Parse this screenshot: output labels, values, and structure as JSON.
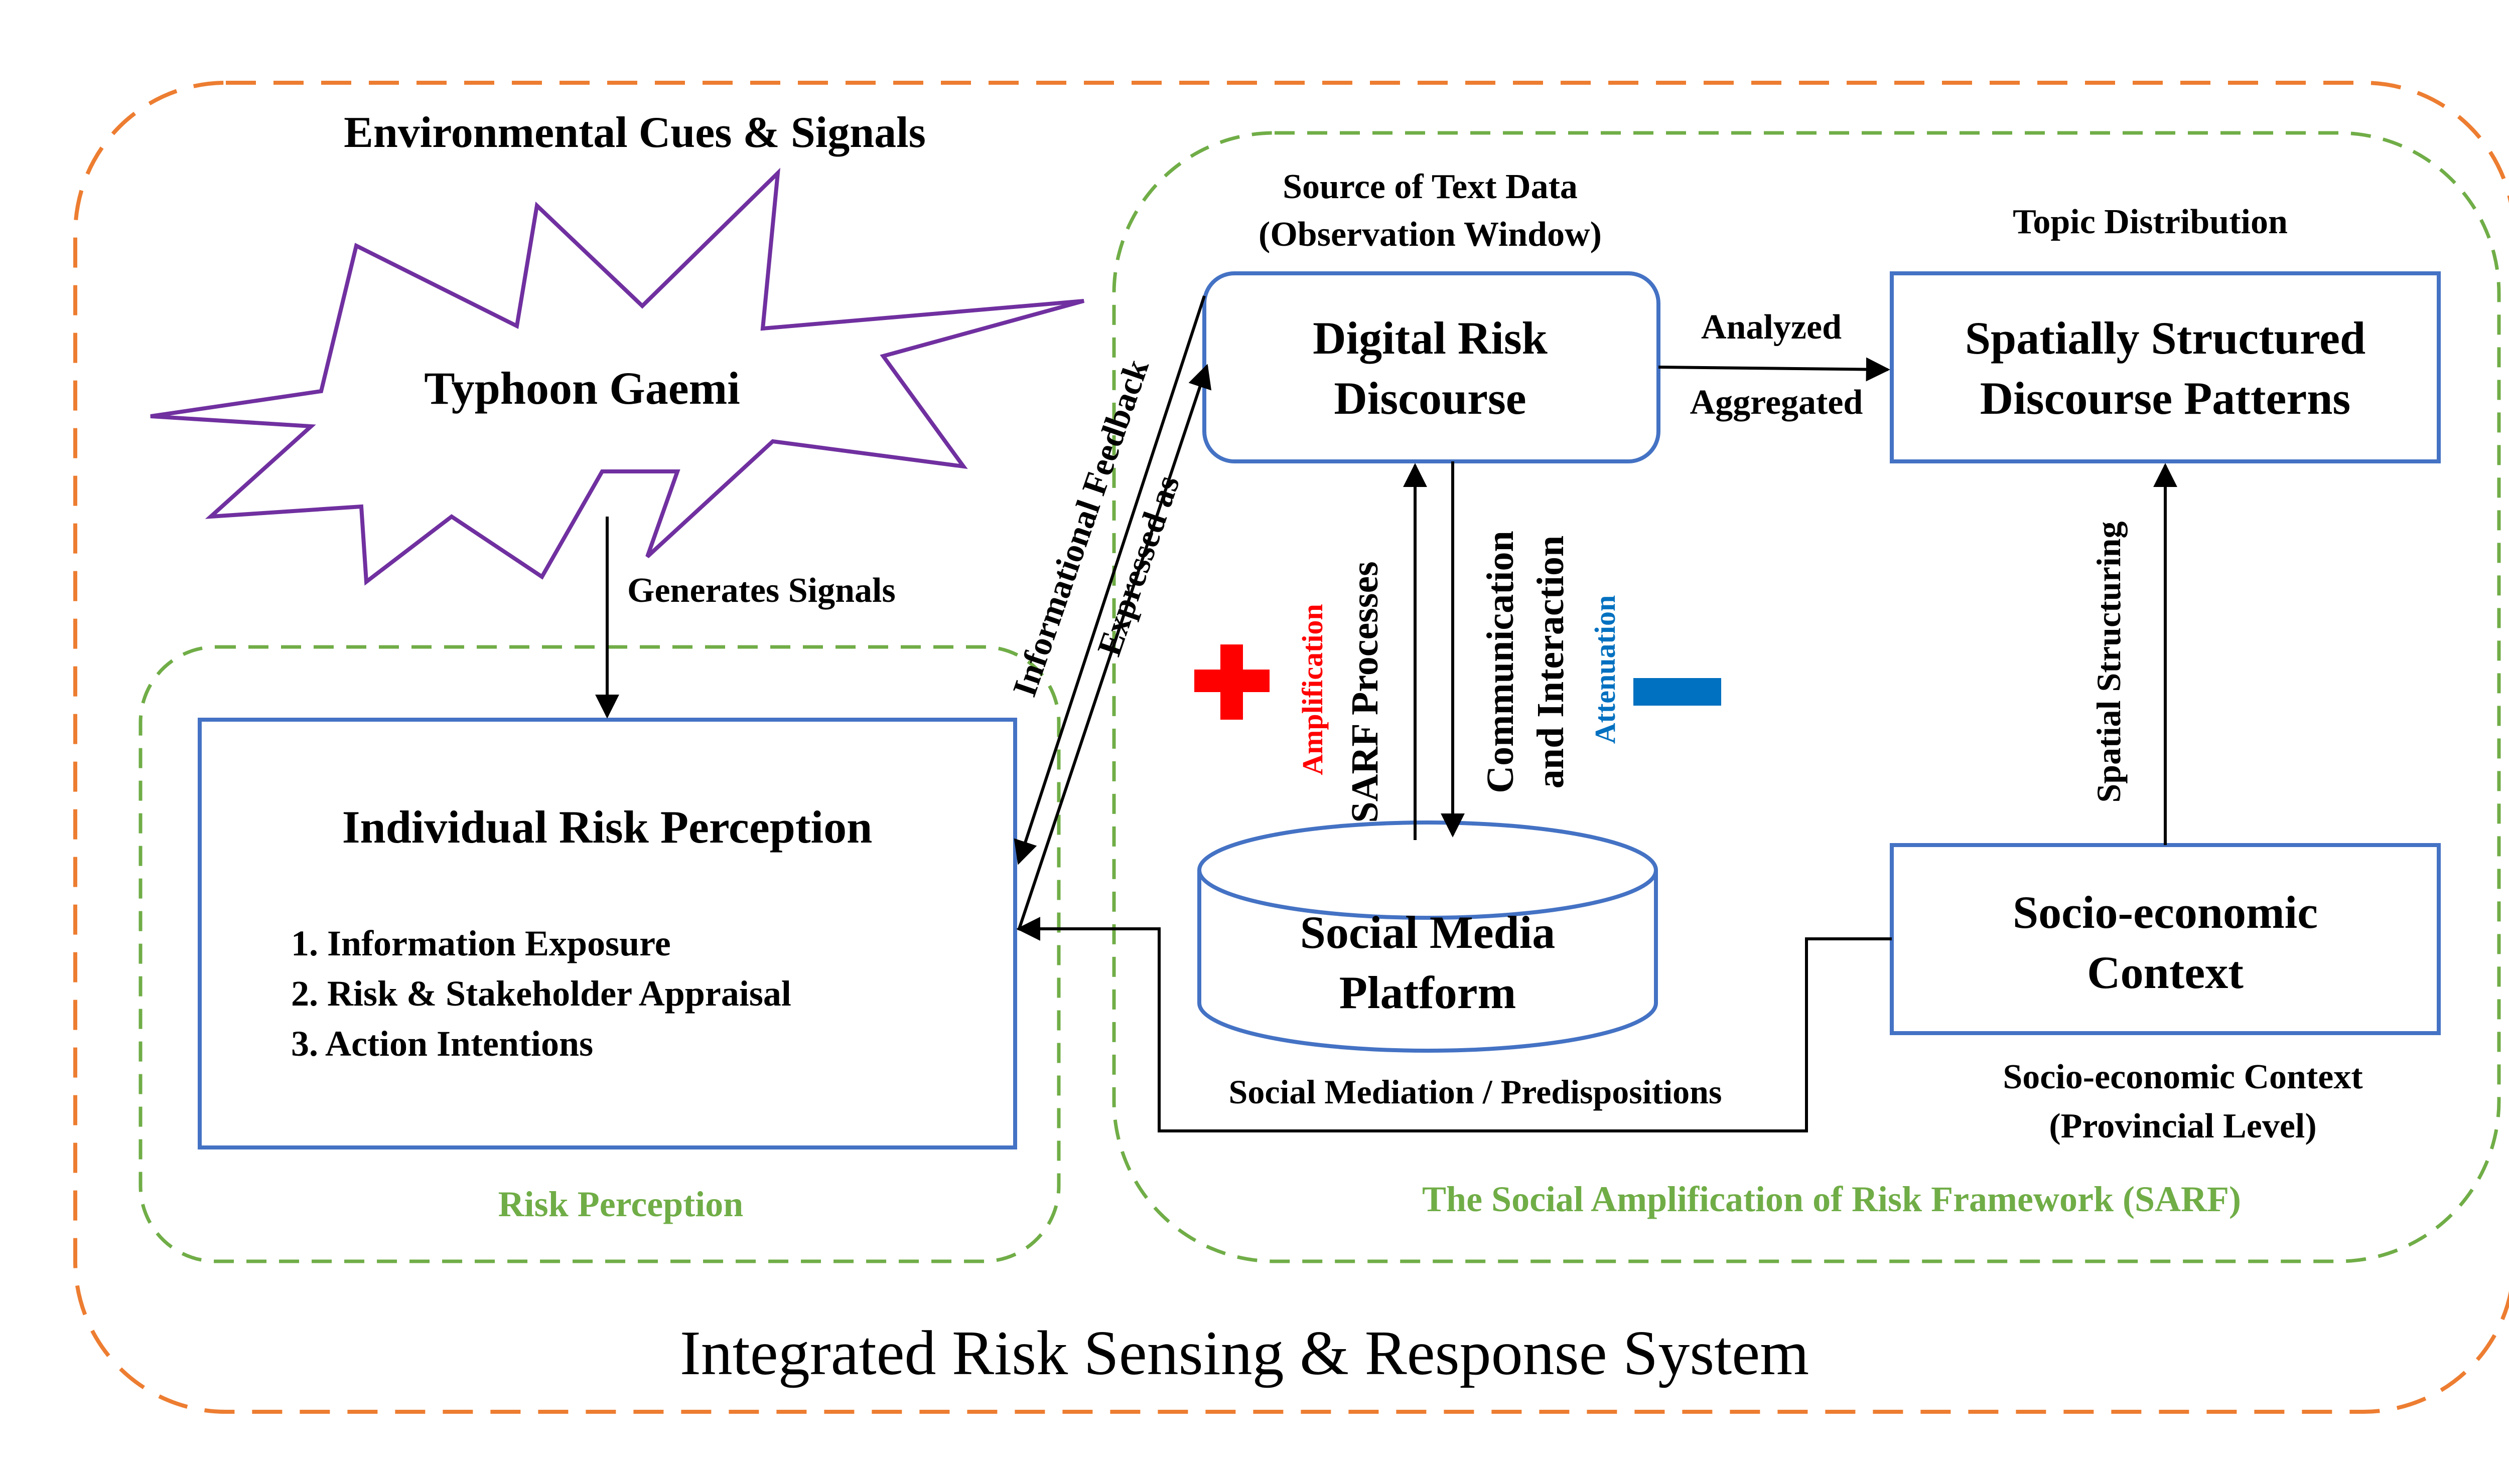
{
  "outer": {
    "label": "Integrated Risk Sensing & Response System",
    "color": "#ed7d31"
  },
  "environment": {
    "label": "Environmental Cues & Signals"
  },
  "typhoon": {
    "label": "Typhoon Gaemi",
    "color": "#7030a0"
  },
  "arrows": {
    "generates_signals": "Generates Signals",
    "informational_feedback": "Informational Feedback",
    "expressed_as": "Expressed as",
    "analyzed": "Analyzed",
    "aggregated": "Aggregated",
    "sarf_processes": "SARF Processes",
    "amplification": "Amplification",
    "communication_line1": "Communication",
    "communication_line2": "and Interaction",
    "attenuation": "Attenuation",
    "spatial_structuring": "Spatial Structuring",
    "social_mediation": "Social Mediation / Predispositions"
  },
  "risk_perception_group": {
    "label": "Risk Perception",
    "color": "#70ad47"
  },
  "individual": {
    "title": "Individual Risk Perception",
    "items": [
      "1. Information Exposure",
      "2. Risk & Stakeholder Appraisal",
      "3. Action Intentions"
    ]
  },
  "sarf_group": {
    "label": "The Social Amplification of Risk Framework (SARF)",
    "color": "#70ad47"
  },
  "digital": {
    "caption_line1": "Source of Text Data",
    "caption_line2": "(Observation Window)",
    "title_line1": "Digital Risk",
    "title_line2": "Discourse"
  },
  "spatial": {
    "caption": "Topic Distribution",
    "title_line1": "Spatially Structured",
    "title_line2": "Discourse Patterns"
  },
  "social_media": {
    "title_line1": "Social Media",
    "title_line2": "Platform"
  },
  "socio": {
    "title_line1": "Socio-economic",
    "title_line2": "Context",
    "caption_line1": "Socio-economic Context",
    "caption_line2": "(Provincial Level)"
  },
  "symbols": {
    "plus_color": "#ff0000",
    "minus_color": "#0070c0",
    "box_color": "#4472c4"
  }
}
